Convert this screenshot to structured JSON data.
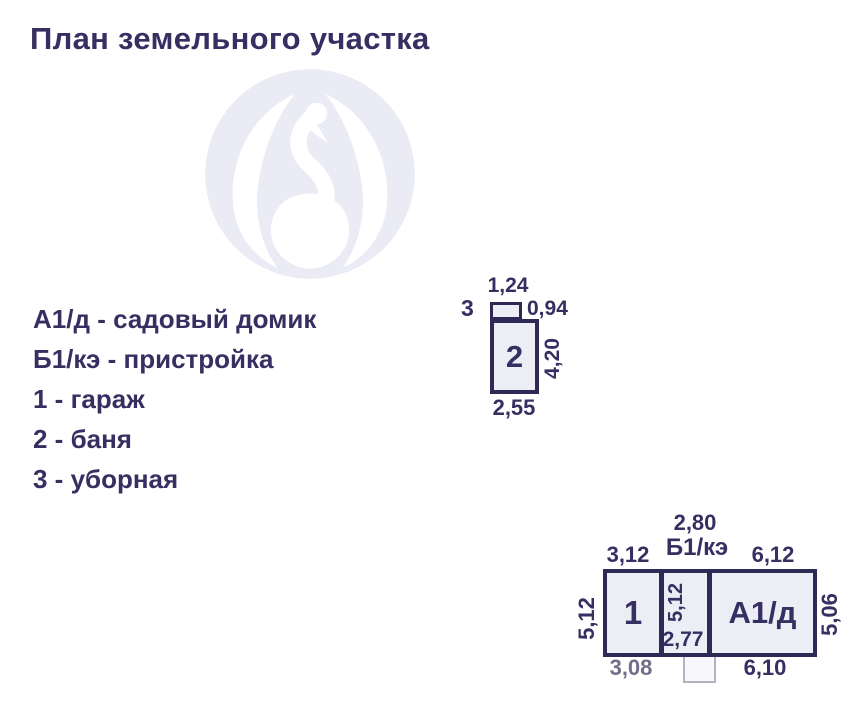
{
  "title": "План земельного участка",
  "colors": {
    "ink": "#362f61",
    "outline": "#2f2a55",
    "room_fill": "#ededf5",
    "faded_ink": "#716d8a",
    "watermark_circle": "#eaebf5"
  },
  "watermark": {
    "icon": "swan-logo"
  },
  "legend": {
    "items": [
      {
        "label": "А1/д - садовый домик"
      },
      {
        "label": "Б1/кэ - пристройка"
      },
      {
        "label": "1 - гараж"
      },
      {
        "label": "2 - баня"
      },
      {
        "label": "3 - уборная"
      }
    ]
  },
  "bath_plan": {
    "outhouse_label": "3",
    "bath_label": "2",
    "dim_top_width": "1,24",
    "dim_outhouse_height": "0,94",
    "dim_bath_height": "4,20",
    "dim_bottom_width": "2,55"
  },
  "house_plan": {
    "garage_label": "1",
    "annex_label": "Б1/кэ",
    "house_label": "А1/д",
    "dim_annex_width_top": "2,80",
    "dim_garage_width_top": "3,12",
    "dim_house_width_top": "6,12",
    "dim_left_height": "5,12",
    "dim_annex_height": "5,12",
    "dim_annex_width_bottom": "2,77",
    "dim_right_height": "5,06",
    "dim_garage_width_bottom": "3,08",
    "dim_house_width_bottom": "6,10"
  }
}
